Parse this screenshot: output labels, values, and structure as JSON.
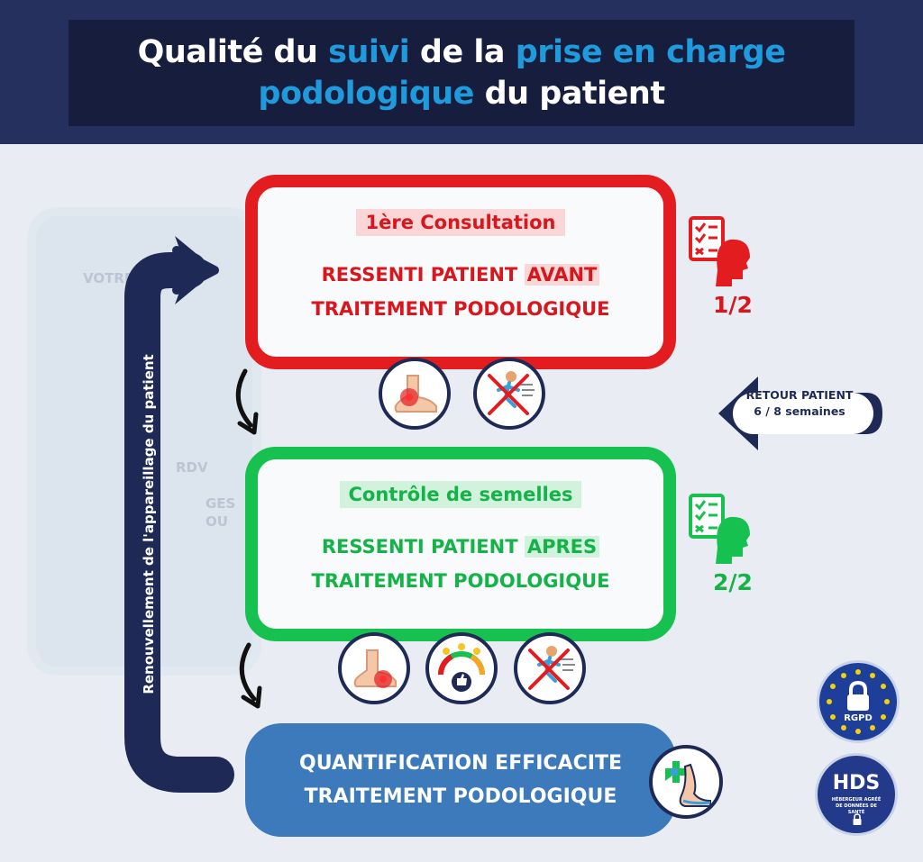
{
  "title": {
    "line1_part1": "Qualité du ",
    "line1_hl1": "suivi",
    "line1_part2": " de la ",
    "line1_hl2": "prise en charge",
    "line2_hl": "podologique",
    "line2_part": " du patient"
  },
  "background_screen": {
    "heading": "VOTRE C",
    "rdv": "RDV",
    "item_a": "GES",
    "item_b": "OU"
  },
  "step1": {
    "tag": "1ère Consultation",
    "line1_a": "RESSENTI PATIENT ",
    "line1_hl": "AVANT",
    "line2": "TRAITEMENT PODOLOGIQUE",
    "count": "1/2"
  },
  "step2": {
    "tag": "Contrôle de semelles",
    "line1_a": "RESSENTI PATIENT ",
    "line1_hl": "APRES",
    "line2": "TRAITEMENT PODOLOGIQUE",
    "count": "2/2"
  },
  "step3": {
    "line1": "QUANTIFICATION EFFICACITE",
    "line2": "TRAITEMENT PODOLOGIQUE"
  },
  "retour": {
    "line1": "RETOUR PATIENT",
    "line2": "6 / 8 semaines"
  },
  "loop_label": "Renouvellement de l'appareillage du patient",
  "badges": {
    "rgpd": "RGPD",
    "hds": "HDS",
    "hds_sub": "HÉBERGEUR AGRÉÉ DE DONNÉES DE SANTÉ"
  },
  "colors": {
    "red": "#e21c1f",
    "green": "#16c150",
    "blue": "#3c7abc",
    "navy": "#1e2a55",
    "title_accent": "#1f9bdd"
  },
  "icons": [
    "checklist-head-icon",
    "painful-foot-icon",
    "no-running-icon",
    "satisfaction-gauge-icon",
    "insole-medical-icon",
    "eu-stars-lock-icon",
    "lock-icon"
  ]
}
